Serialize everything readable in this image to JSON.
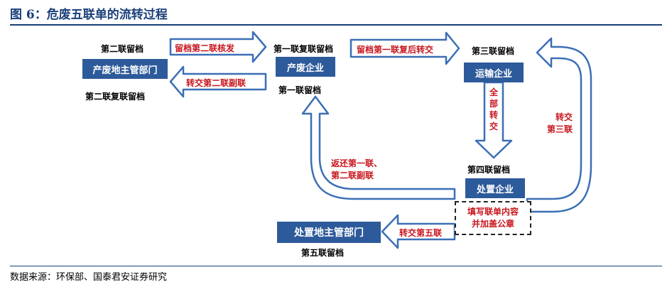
{
  "header": {
    "title": "图 6：危废五联单的流转过程"
  },
  "footer": {
    "source": "数据来源：环保部、国泰君安证券研究"
  },
  "nodes": {
    "chanfei_dept": {
      "box": "产废地主管部门",
      "top_label": "第二联留档",
      "bottom_label": "第二联复联留档"
    },
    "chanfei_ent": {
      "box": "产废企业",
      "top_label": "第一联复联留档",
      "bottom_label": "第一联留档"
    },
    "yunshu_ent": {
      "box": "运输企业",
      "top_label": "第三联留档"
    },
    "chuzhi_ent": {
      "box": "处置企业",
      "top_label": "第四联留档"
    },
    "chuzhi_dept": {
      "box": "处置地主管部门",
      "bottom_label": "第五联留档"
    },
    "fill_seal": {
      "line1": "填写联单内容",
      "line2": "并加盖公章"
    }
  },
  "edges": {
    "dept_to_ent": "留档第二联核发",
    "ent_to_dept": "转交第二联副联",
    "ent_to_transport": "留档第一联复后转交",
    "transport_to_disposal": "全部转交",
    "disposal_to_transport": [
      "转交",
      "第三联"
    ],
    "disposal_to_ent": [
      "返还第一联、",
      "第二联副联"
    ],
    "disposal_to_dept": "转交第五联"
  },
  "colors": {
    "box": "#2d5a9a",
    "arrow_fill": "#ffffff",
    "arrow_stroke": "#3b6fb6",
    "red_text": "#c8161e"
  }
}
